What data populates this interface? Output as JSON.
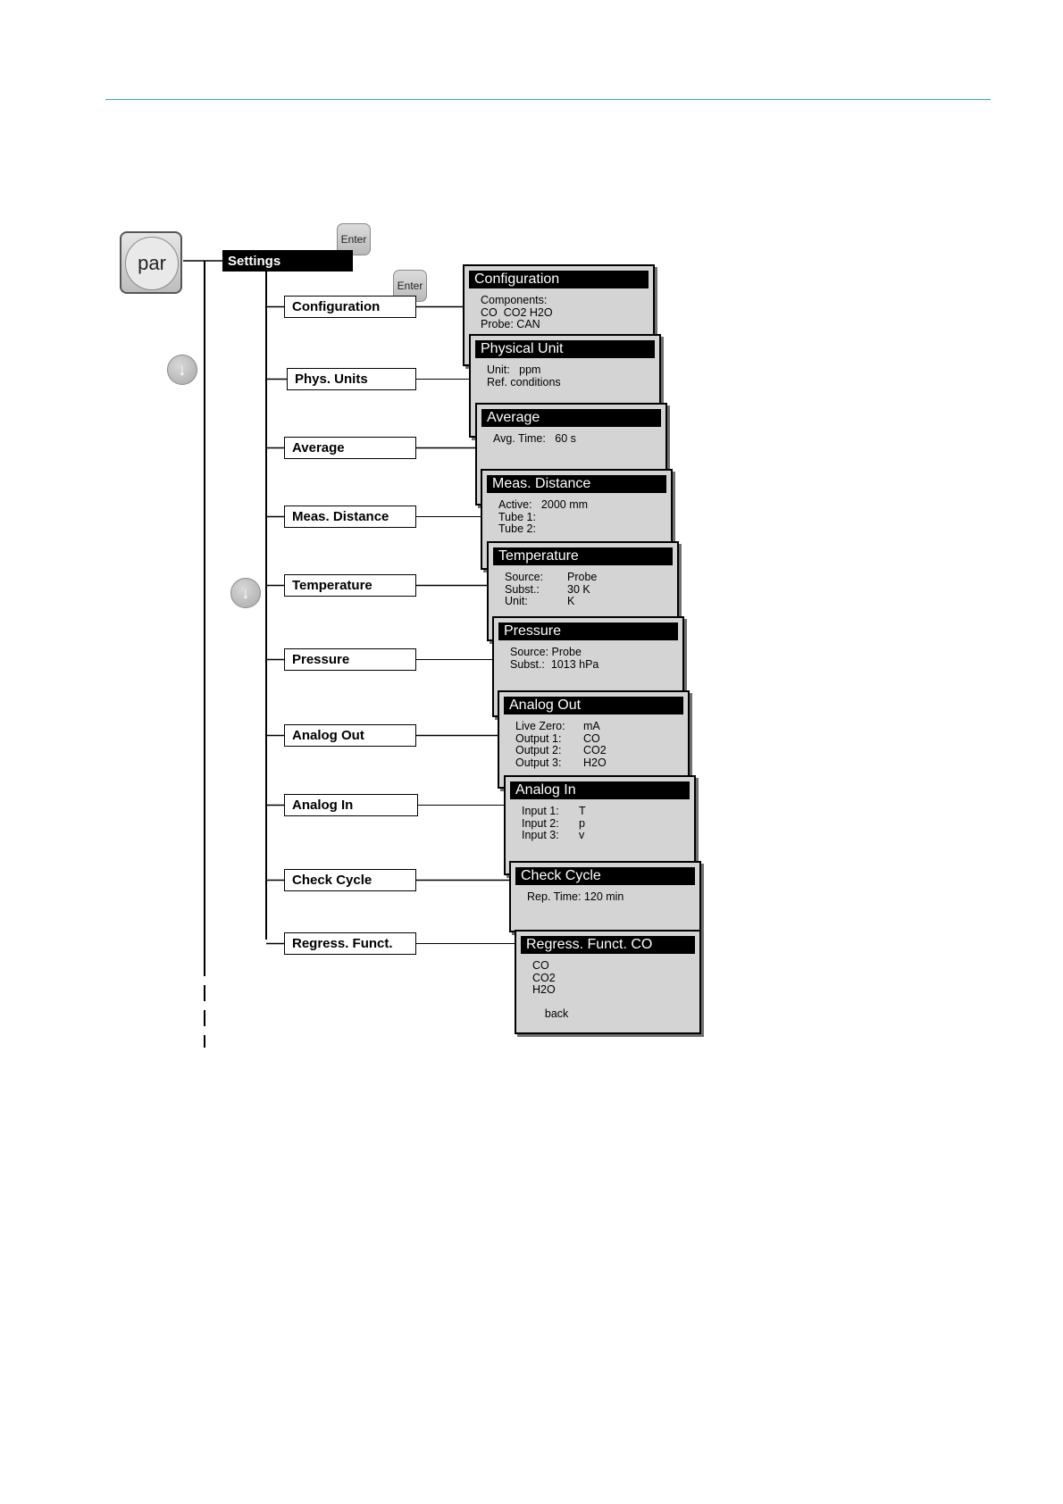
{
  "keys": {
    "par": "par",
    "enter": "Enter",
    "down": "↓"
  },
  "settings": "Settings",
  "menu": [
    "Configuration",
    "Phys. Units",
    "Average",
    "Meas. Distance",
    "Temperature",
    "Pressure",
    "Analog Out",
    "Analog In",
    "Check Cycle",
    "Regress. Funct."
  ],
  "screens": [
    {
      "title": "Configuration",
      "rows": [
        [
          "Components:",
          ""
        ],
        [
          "CO  CO2 H2O",
          ""
        ],
        [
          "Probe: CAN",
          ""
        ]
      ]
    },
    {
      "title": "Physical Unit",
      "rows": [
        [
          "Unit:   ppm",
          ""
        ],
        [
          "Ref. conditions",
          ""
        ]
      ]
    },
    {
      "title": "Average",
      "rows": [
        [
          "Avg. Time:   60 s",
          ""
        ]
      ]
    },
    {
      "title": "Meas. Distance",
      "rows": [
        [
          "Active:   2000 mm",
          ""
        ],
        [
          "Tube 1:",
          ""
        ],
        [
          "Tube 2:",
          ""
        ]
      ]
    },
    {
      "title": "Temperature",
      "rows": [
        [
          "Source:",
          "Probe"
        ],
        [
          "Subst.:",
          "30 K"
        ],
        [
          "Unit:",
          "K"
        ]
      ]
    },
    {
      "title": "Pressure",
      "rows": [
        [
          "Source: Probe",
          ""
        ],
        [
          "Subst.:  1013 hPa",
          ""
        ]
      ]
    },
    {
      "title": "Analog Out",
      "rows": [
        [
          "Live Zero:",
          "mA"
        ],
        [
          "Output 1:",
          "CO"
        ],
        [
          "Output 2:",
          "CO2"
        ],
        [
          "Output 3:",
          "H2O"
        ]
      ]
    },
    {
      "title": "Analog In",
      "rows": [
        [
          "Input 1:",
          "T"
        ],
        [
          "Input 2:",
          "p"
        ],
        [
          "Input 3:",
          "v"
        ]
      ]
    },
    {
      "title": "Check Cycle",
      "rows": [
        [
          "Rep. Time: 120 min",
          ""
        ]
      ]
    },
    {
      "title": "Regress. Funct. CO",
      "rows": [
        [
          "CO",
          ""
        ],
        [
          "CO2",
          ""
        ],
        [
          "H2O",
          ""
        ],
        [
          "",
          ""
        ],
        [
          "    back",
          ""
        ]
      ]
    }
  ]
}
